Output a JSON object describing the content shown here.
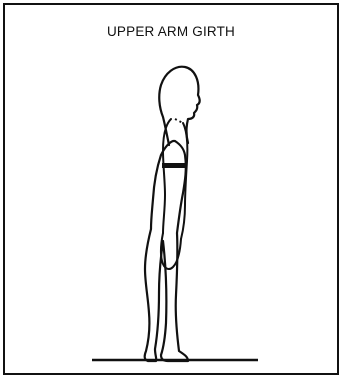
{
  "diagram": {
    "title": "UPPER ARM GIRTH",
    "figure": "standing-human-side-profile",
    "measurement_site": "upper-arm-midpoint",
    "line_color": "#111111",
    "background_color": "#ffffff"
  }
}
